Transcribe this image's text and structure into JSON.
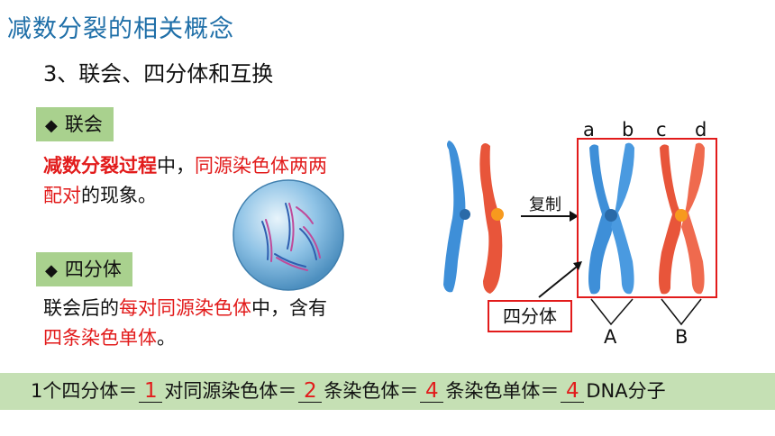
{
  "title": "减数分裂的相关概念",
  "subtitle": "3、联会、四分体和互换",
  "synapsis": {
    "tag_label": "联会",
    "para_part1": "减数分裂过程",
    "para_part2": "中，",
    "para_part3": "同源染色体两两",
    "para_part4": "配对",
    "para_part5": "的现象。"
  },
  "tetrad": {
    "tag_label": "四分体",
    "para_part1": "联会后的",
    "para_part2": "每对同源染色体",
    "para_part3": "中，含有",
    "para_part4": "四条染色单体",
    "para_part5": "。"
  },
  "diagram": {
    "replicate_label": "复制",
    "tetrad_label": "四分体",
    "chromatid_letters": [
      "a",
      "b",
      "c",
      "d"
    ],
    "pair_labels": [
      "A",
      "B"
    ],
    "colors": {
      "blue_chromosome": "#3e8fd8",
      "red_chromosome": "#e8553a",
      "centromere": "#f79a1e",
      "highlight_box": "#e21b1b"
    }
  },
  "formula": {
    "seg1": "1个四分体＝",
    "blank1": "1",
    "seg2": "对同源染色体＝",
    "blank2": "2",
    "seg3": "条染色体＝",
    "blank3": "4",
    "seg4": "条染色单体＝",
    "blank4": "4",
    "seg5": "DNA分子"
  }
}
